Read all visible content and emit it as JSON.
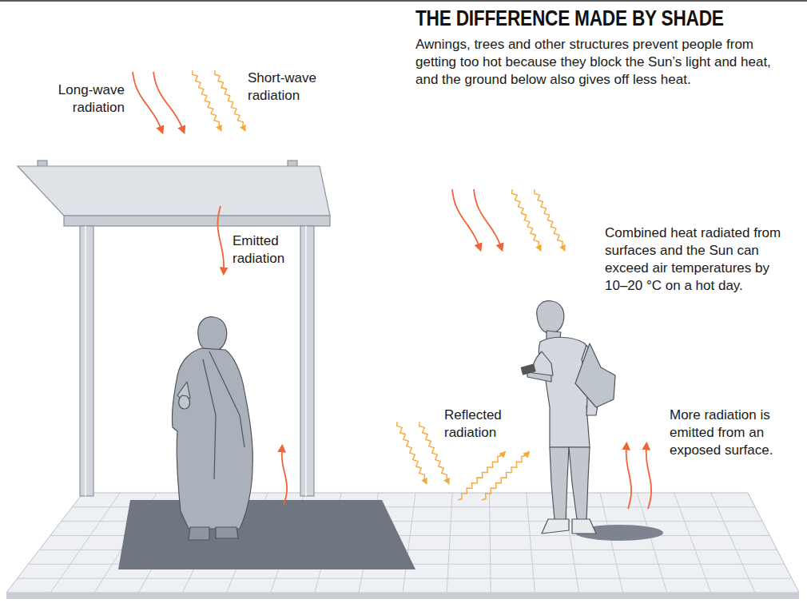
{
  "diagram": {
    "title": "THE DIFFERENCE MADE BY SHADE",
    "caption": "Awnings, trees and other structures prevent people from getting too hot because they block the Sun’s light and heat, and the ground below also gives off less heat.",
    "labels": [
      "Long-wave radiation",
      "Short-wave radiation",
      "Emitted radiation",
      "Combined heat radiated from surfaces and the Sun can exceed air temperatures by 10–20 °C on a hot day.",
      "Reflected radiation",
      "More radiation is emitted from an exposed surface."
    ]
  }
}
